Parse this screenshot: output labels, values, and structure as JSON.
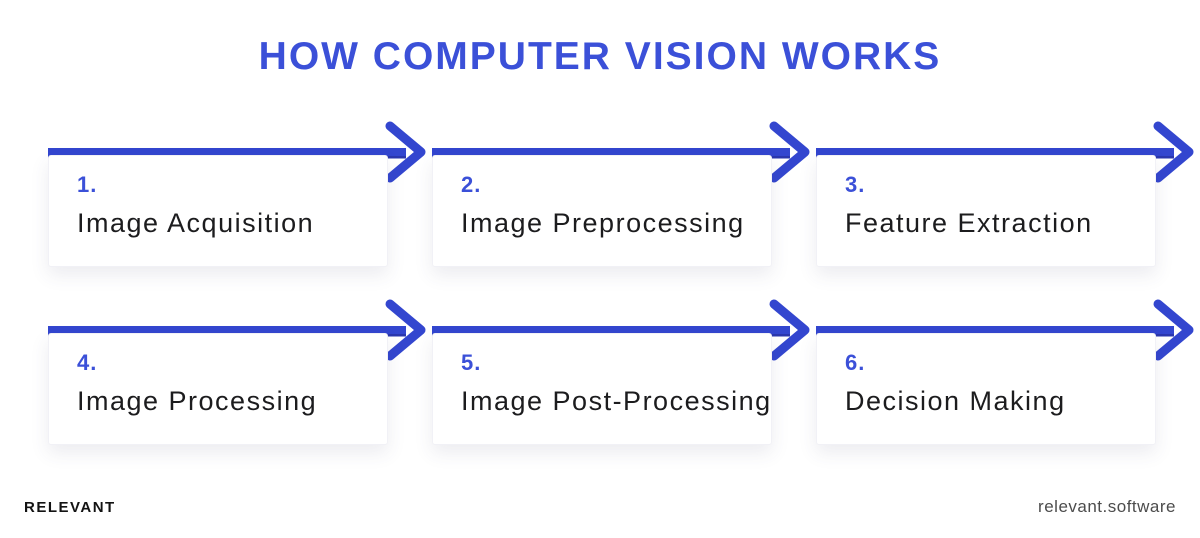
{
  "title": "HOW COMPUTER VISION WORKS",
  "colors": {
    "accent": "#3B50D8",
    "arrow": "#3346CF",
    "arrow_shadow": "#2B37AE",
    "label": "#1C1C1E",
    "brand": "#131313",
    "url": "#4C4C4C"
  },
  "steps": [
    {
      "number": "1.",
      "label": "Image Acquisition"
    },
    {
      "number": "2.",
      "label": "Image Preprocessing"
    },
    {
      "number": "3.",
      "label": "Feature Extraction"
    },
    {
      "number": "4.",
      "label": "Image Processing"
    },
    {
      "number": "5.",
      "label": "Image Post-Processing"
    },
    {
      "number": "6.",
      "label": "Decision Making"
    }
  ],
  "footer": {
    "brand": "RELEVANT",
    "website": "relevant.software"
  }
}
